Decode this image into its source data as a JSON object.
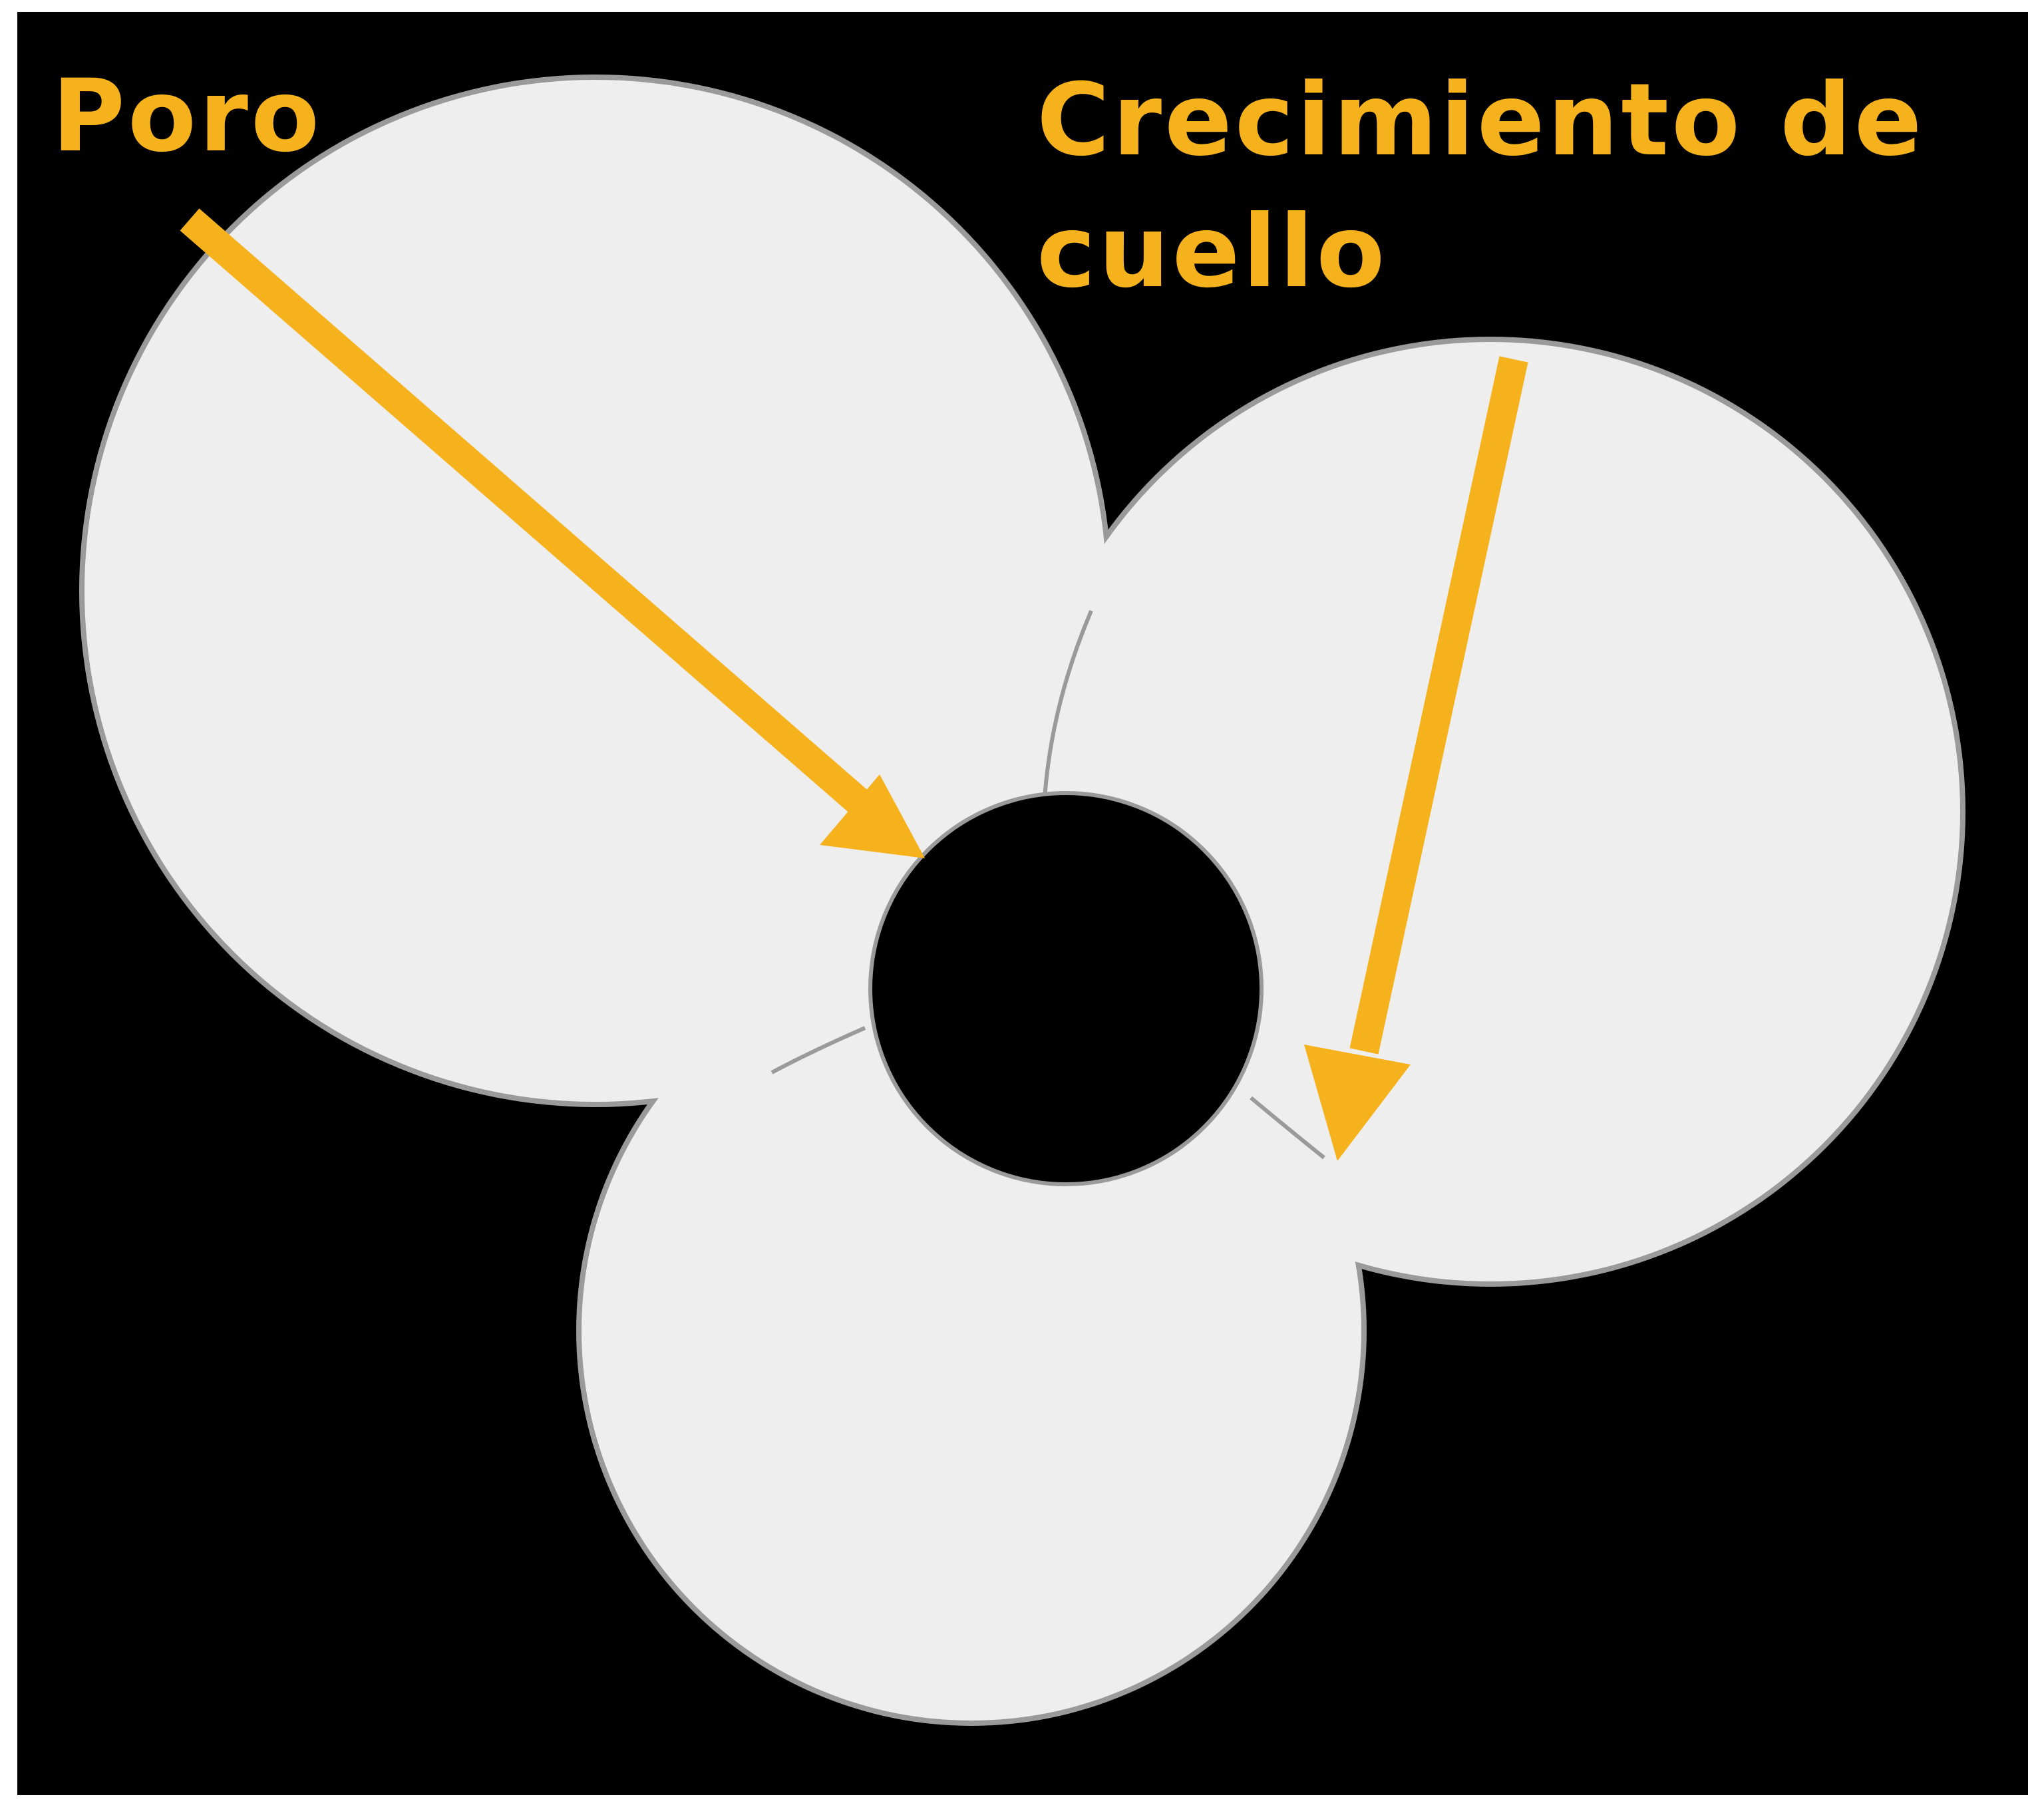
{
  "labels": {
    "pore": "Poro",
    "neck_line1": "Crecimiento de",
    "neck_line2": "cuello"
  },
  "colors": {
    "background": "#000000",
    "frame": "#ffffff",
    "particle_fill": "#eeeeee",
    "particle_outline": "#9a9a9a",
    "pore": "#000000",
    "arrow": "#f5b21c",
    "label_text": "#f5b21c"
  },
  "icons": {
    "pore_arrow": "arrow-down-right",
    "neck_arrow": "arrow-down"
  }
}
